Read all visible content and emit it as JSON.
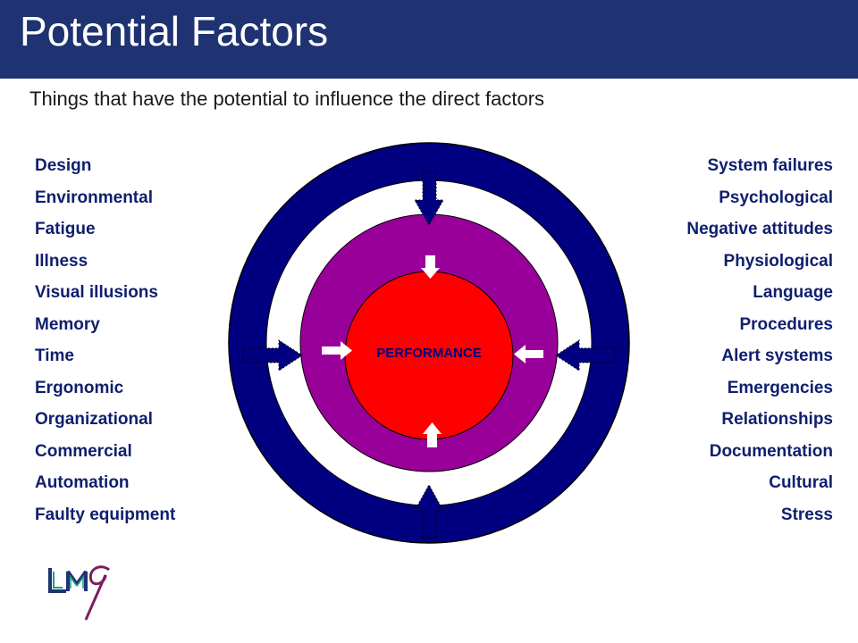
{
  "header": {
    "title": "Potential Factors",
    "background_color": "#1f3272"
  },
  "subtitle": "Things that have the potential to influence the direct factors",
  "left_factors": [
    "Design",
    "Environmental",
    "Fatigue",
    "Illness",
    "Visual illusions",
    "Memory",
    "Time",
    "Ergonomic",
    "Organizational",
    "Commercial",
    "Automation",
    "Faulty equipment"
  ],
  "right_factors": [
    "System failures",
    "Psychological",
    "Negative attitudes",
    "Physiological",
    "Language",
    "Procedures",
    "Alert systems",
    "Emergencies",
    "Relationships",
    "Documentation",
    "Cultural",
    "Stress"
  ],
  "diagram": {
    "center_label": "PERFORMANCE",
    "outer_ring_color": "#000080",
    "middle_circle_color": "#990099",
    "inner_circle_color": "#ff0000",
    "arrow_color": "#000080",
    "inner_arrow_color": "#ffffff"
  },
  "logo": {
    "text": "LMQ"
  }
}
